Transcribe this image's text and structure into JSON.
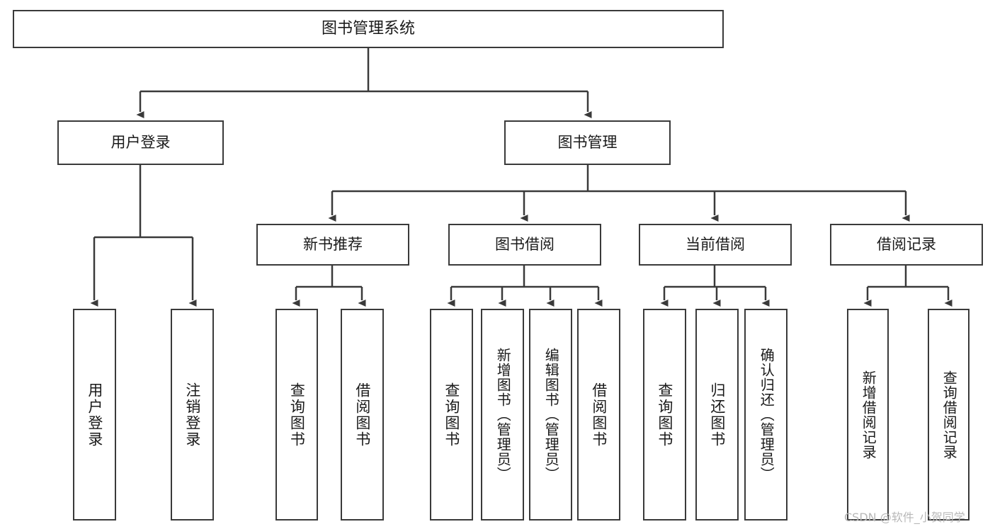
{
  "diagram": {
    "title": "图书管理系统",
    "type": "tree-hierarchy",
    "stroke_color": "#3a3a3a",
    "background_color": "#ffffff",
    "text_color": "#1a1a1a",
    "nodes": {
      "root": {
        "label": "图书管理系统"
      },
      "level2": [
        {
          "label": "用户登录"
        },
        {
          "label": "图书管理"
        }
      ],
      "level3": [
        {
          "label": "新书推荐"
        },
        {
          "label": "图书借阅"
        },
        {
          "label": "当前借阅"
        },
        {
          "label": "借阅记录"
        }
      ],
      "leaves_user_login": [
        {
          "label": "用户登录"
        },
        {
          "label": "注销登录"
        }
      ],
      "leaves_new_book": [
        {
          "label": "查询图书"
        },
        {
          "label": "借阅图书"
        }
      ],
      "leaves_borrow": [
        {
          "label": "查询图书"
        },
        {
          "label": "新增图书（管理员）"
        },
        {
          "label": "编辑图书（管理员）"
        },
        {
          "label": "借阅图书"
        }
      ],
      "leaves_current": [
        {
          "label": "查询图书"
        },
        {
          "label": "归还图书"
        },
        {
          "label": "确认归还（管理员）"
        }
      ],
      "leaves_record": [
        {
          "label": "新增借阅记录"
        },
        {
          "label": "查询借阅记录"
        }
      ]
    },
    "watermark": "CSDN @软件_小贺同学"
  }
}
